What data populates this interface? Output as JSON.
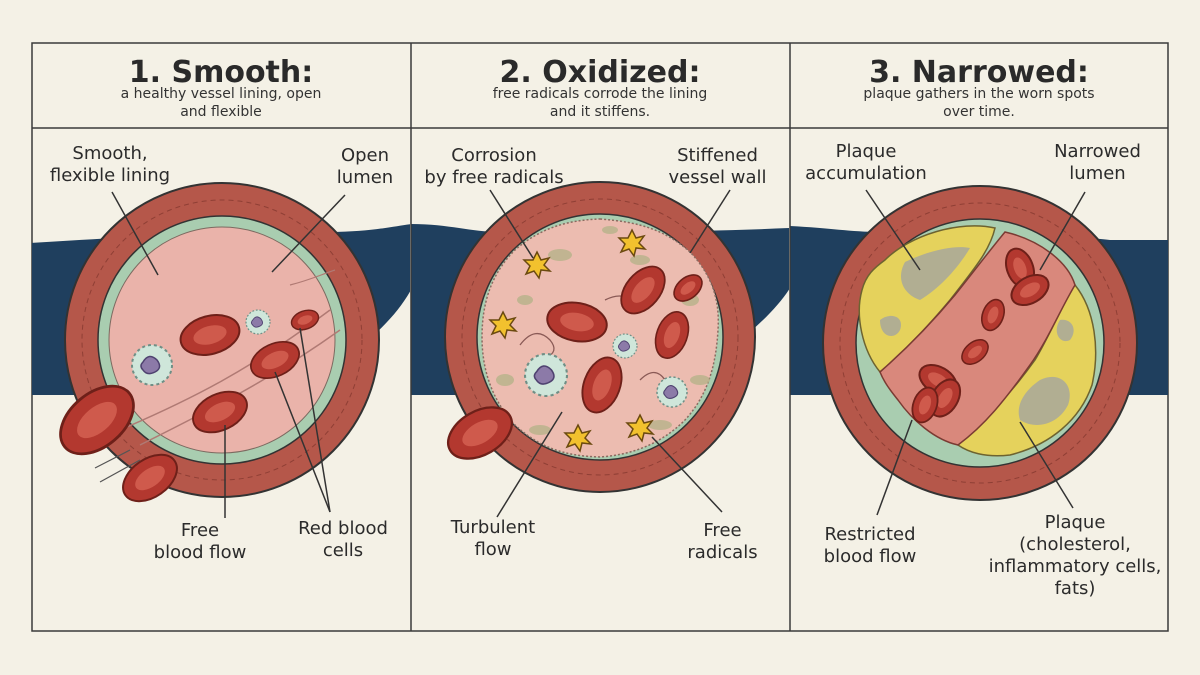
{
  "panels": [
    {
      "title": "1. Smooth:",
      "subtitle": "a healthy vessel lining, open\nand flexible",
      "labels": {
        "top_left": "Smooth,\nflexible lining",
        "top_right": "Open\nlumen",
        "bottom_left": "Free\nblood flow",
        "bottom_right": "Red blood\ncells"
      }
    },
    {
      "title": "2. Oxidized:",
      "subtitle": "free radicals corrode the lining\nand it stiffens.",
      "labels": {
        "top_left": "Corrosion\nby free radicals",
        "top_right": "Stiffened\nvessel wall",
        "bottom_left": "Turbulent\nflow",
        "bottom_right": "Free\nradicals"
      }
    },
    {
      "title": "3. Narrowed:",
      "subtitle": "plaque gathers in the worn spots\nover time.",
      "labels": {
        "top_left": "Plaque\naccumulation",
        "top_right": "Narrowed\nlumen",
        "bottom_left": "Restricted\nblood flow",
        "bottom_right": "Plaque\n(cholesterol,\ninflammatory cells,\nfats)"
      }
    }
  ],
  "colors": {
    "background": "#f4f1e6",
    "vessel_band": "#1f3f5e",
    "wall_outer": "#b5574a",
    "wall_ring": "#a9cdb0",
    "lumen": "#eab3aa",
    "red_cell": "#b3382f",
    "plaque": "#e5d25c",
    "plaque_gray": "#a8a89b",
    "outline": "#333333"
  }
}
